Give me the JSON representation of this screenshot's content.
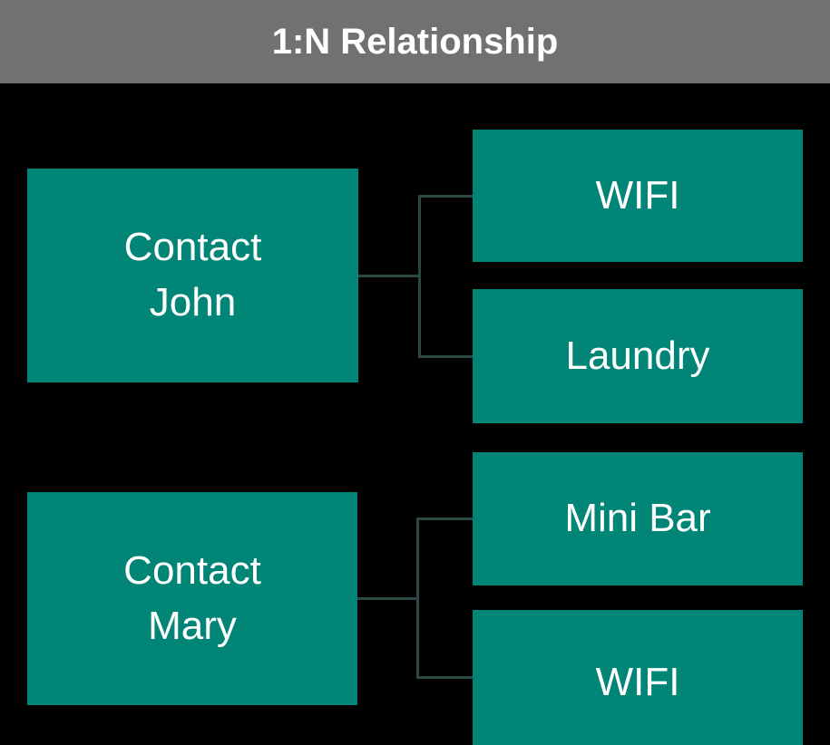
{
  "theme": {
    "canvas_bg": "#000000",
    "header_bg": "#717171",
    "node_color": "#008577",
    "connector_color": "#2b4845",
    "text_color": "#ffffff"
  },
  "header": {
    "title": "1:N Relationship"
  },
  "diagram": {
    "groups": [
      {
        "parent": {
          "label": "Contact John"
        },
        "children": [
          {
            "label": "WIFI"
          },
          {
            "label": "Laundry"
          }
        ]
      },
      {
        "parent": {
          "label": "Contact Mary"
        },
        "children": [
          {
            "label": "Mini Bar"
          },
          {
            "label": "WIFI"
          }
        ]
      }
    ]
  }
}
